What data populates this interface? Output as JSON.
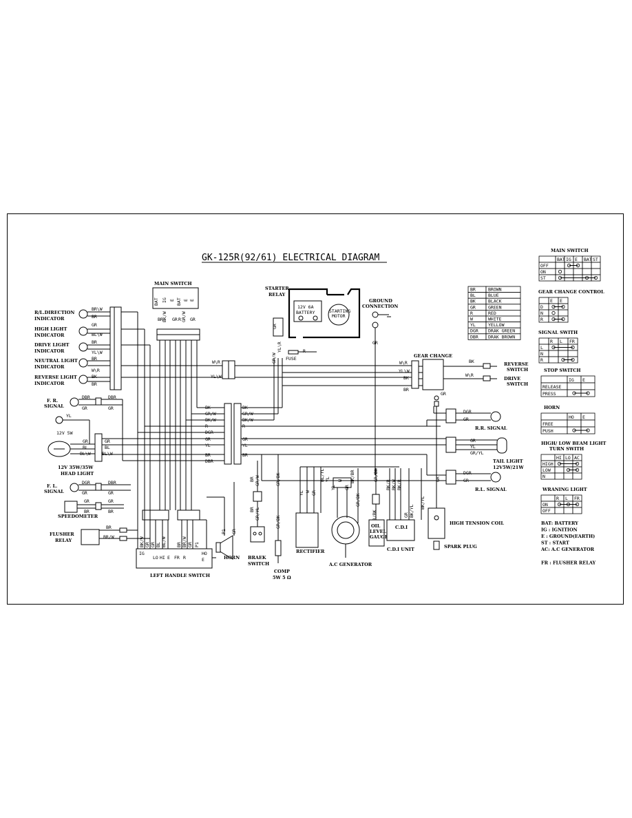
{
  "title": "GK-125R(92/61) ELECTRICAL DIAGRAM",
  "indicators": {
    "items": [
      {
        "label1": "R/L.DIRECTION",
        "label2": "INDICATOR",
        "wires": [
          "BR\\W",
          "BR"
        ]
      },
      {
        "label1": "HIGH LIGHT",
        "label2": "INDICATOR",
        "wires": [
          "GR",
          "BL\\W"
        ]
      },
      {
        "label1": "DRIVE LIGHT",
        "label2": "INDICATOR",
        "wires": [
          "BR",
          "YL\\W"
        ]
      },
      {
        "label1": "NEUTRAL LIGHT",
        "label2": "INDICATOR",
        "wires": [
          "BR",
          "W\\R"
        ]
      },
      {
        "label1": "REVERSE LIGHT",
        "label2": "INDICATOR",
        "wires": [
          "BK",
          "BR"
        ]
      }
    ]
  },
  "front_left": {
    "fr_signal": "F. R.",
    "fr_signal2": "SIGNAL",
    "fr_wires": [
      "DBR",
      "GR",
      "DBR",
      "GR"
    ],
    "headlight_yl": "YL",
    "headlight_rating": "12V 5W",
    "headlight_wires": [
      "GR",
      "BL",
      "BL\\W",
      "GR",
      "BL",
      "BL\\W"
    ],
    "headlight_label1": "12V 35W/35W",
    "headlight_label2": "HEAD LIGHT",
    "fl_signal": "F. L.",
    "fl_signal2": "SIGNAL",
    "fl_wires": [
      "DGR",
      "GR",
      "DBR",
      "GR"
    ],
    "speedometer": "SPEEDOMETER",
    "speedo_wires": [
      "GR",
      "BR",
      "GR",
      "BR"
    ],
    "flusher1": "FLUSHER",
    "flusher2": "RELAY",
    "flusher_wires": [
      "BR",
      "BR/W"
    ]
  },
  "main_switch": {
    "label": "MAIN SWITCH",
    "terms": [
      "BAT",
      "IG",
      "E",
      "BAT",
      "E",
      "E"
    ],
    "wires": [
      "BR",
      "BK/W",
      "GR",
      "R",
      "GR/W",
      "GR"
    ]
  },
  "left_handle": {
    "label": "LEFT HANDLE SWITCH",
    "terms": [
      "IG",
      "LO",
      "HI",
      "E",
      "FR",
      "R",
      "HO",
      "E"
    ],
    "wires": [
      "BK/W",
      "GR",
      "GR",
      "BL",
      "BL/W",
      "BR",
      "BR/W",
      "GR",
      "P1"
    ]
  },
  "horn": {
    "label": "HORN",
    "wires": [
      "P1",
      "GR"
    ]
  },
  "brake": {
    "label1": "BRAEK",
    "label2": "SWITCH",
    "wires": [
      "BR",
      "GR/W",
      "BR",
      "GR/YL"
    ]
  },
  "comp": {
    "label1": "COMP",
    "label2": "5W 5 Ω",
    "wires": [
      "GR/BK",
      "GR/BK"
    ]
  },
  "rectifier": {
    "label": "RECTIFIER",
    "wires": [
      "YL",
      "W",
      "GR",
      "BL/YL"
    ]
  },
  "generator": {
    "label": "A.C GENERATOR",
    "wires": [
      "BL/YL",
      "YL",
      "GR",
      "YL",
      "W",
      "BK/BR",
      "GR/BK"
    ]
  },
  "gauge": {
    "label1": "OIL",
    "label2": "LEVEL",
    "label3": "GAUGE",
    "wires": [
      "GR/BK",
      "BK/R",
      "BK/BR"
    ]
  },
  "cdi": {
    "label": "C.D.I",
    "unit": "C.D.I UNIT",
    "wires": [
      "BK/R",
      "BK/W",
      "GR",
      "BK/YL",
      "GR",
      "BK/YL"
    ]
  },
  "coil": {
    "label": "HIGH TENSION COIL",
    "plug": "SPARK PLUG",
    "wires": [
      "GR"
    ]
  },
  "starter": {
    "relay1": "STARTER",
    "relay2": "RELAY",
    "battery1": "12V 6A",
    "battery2": "BATTERY",
    "motor1": "STARTING",
    "motor2": "MOTOR",
    "fuse": "FUSE",
    "r": "R",
    "wires": [
      "GR",
      "YL\\R",
      "GR/W",
      "R"
    ]
  },
  "ground": {
    "label1": "GROUND",
    "label2": "CONNECTION",
    "wire": "GR"
  },
  "center_connector": {
    "left": [
      "BK",
      "GR/W",
      "BK/W",
      "R",
      "DGR",
      "GR",
      "YL",
      "BR",
      "DBR"
    ],
    "right": [
      "BK",
      "GR/W",
      "BK/W",
      "R",
      "GR",
      "YL",
      "BR"
    ]
  },
  "wr_connector": {
    "wires": [
      "W\\R",
      "YL\\W"
    ]
  },
  "gear_change": {
    "label": "GEAR CHANGE",
    "wires": [
      "W\\R",
      "YL\\W",
      "BK",
      "BR",
      "BK",
      "W\\R",
      "GR"
    ],
    "reverse1": "REVERSE",
    "reverse2": "SWITCH",
    "drive1": "DRIVE",
    "drive2": "SWITCH"
  },
  "rear": {
    "rr_signal": "R.R. SIGNAL",
    "rr_wires": [
      "DGR",
      "GR"
    ],
    "tail_wires": [
      "GR",
      "YL",
      "GR/YL"
    ],
    "tail_label1": "TAIL LIGHT",
    "tail_label2": "12V5W/21W",
    "rl_signal": "R.L. SIGNAL",
    "rl_wires": [
      "DGR",
      "GR"
    ]
  },
  "color_code": [
    [
      "BR",
      "BROWN"
    ],
    [
      "BL",
      "BLUE"
    ],
    [
      "BK",
      "BLACK"
    ],
    [
      "GR",
      "GREEN"
    ],
    [
      "R",
      "RED"
    ],
    [
      "W",
      "WHITE"
    ],
    [
      "YL",
      "YELLOW"
    ],
    [
      "DGR",
      "DRAK GREEN"
    ],
    [
      "DBR",
      "DRAK BROWN"
    ]
  ],
  "tables": {
    "main_switch": {
      "title": "MAIN SWITCH",
      "cols": [
        "",
        "BAT",
        "IG",
        "E",
        "BAT",
        "ST"
      ],
      "rows": [
        "OFF",
        "ON",
        "ST"
      ]
    },
    "gear_change": {
      "title": "GEAR CHANGE CONTROL",
      "cols": [
        "",
        "E",
        "E"
      ],
      "rows": [
        "D",
        "N",
        "R"
      ]
    },
    "signal": {
      "title": "SIGNAL SWITH",
      "cols": [
        "",
        "R",
        "L",
        "FR"
      ],
      "rows": [
        "L",
        "N",
        "R"
      ]
    },
    "stop": {
      "title": "STOP SWITCH",
      "cols": [
        "",
        "IG",
        "E"
      ],
      "rows": [
        "RELEASE",
        "PRESS"
      ]
    },
    "horn": {
      "title": "HORN",
      "cols": [
        "",
        "HO",
        "E"
      ],
      "rows": [
        "FREE",
        "PUSH"
      ]
    },
    "beam": {
      "title1": "HIGH/ LOW BEAM LIGHT",
      "title2": "TURN SWITH",
      "cols": [
        "",
        "HI",
        "LO",
        "AC"
      ],
      "rows": [
        "HIGH",
        "LOW",
        "N"
      ]
    },
    "warning": {
      "title": "WRANING LIGHT",
      "cols": [
        "",
        "R",
        "L",
        "FR"
      ],
      "rows": [
        "ON",
        "OFF"
      ]
    }
  },
  "legend": [
    "BAT: BATTERY",
    "IG : IGNITION",
    "E  : GROUND(EARTH)",
    "ST : START",
    "AC: A.C GENERATOR",
    "FR : FLUSHER RELAY"
  ]
}
